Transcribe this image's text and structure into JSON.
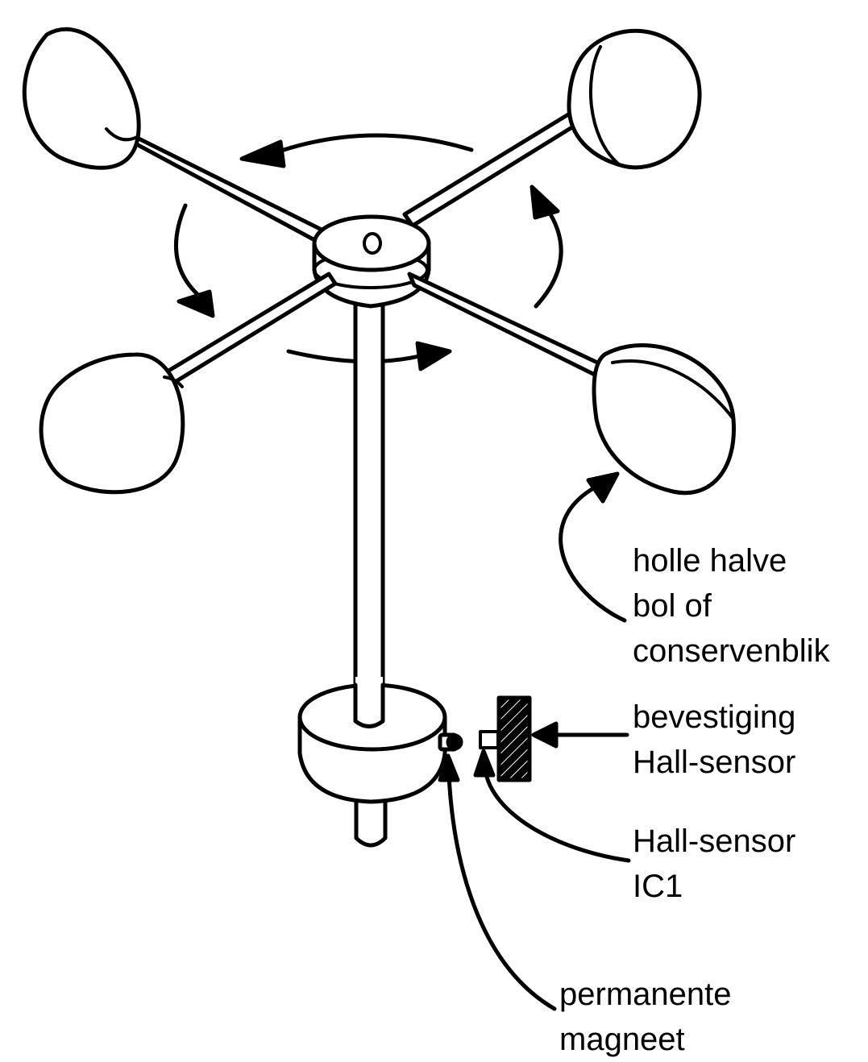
{
  "labels": {
    "cup": [
      "holle halve",
      "bol of",
      "conservenblik"
    ],
    "mount": [
      "bevestiging",
      "Hall-sensor"
    ],
    "sensor": [
      "Hall-sensor",
      "IC1"
    ],
    "magnet": [
      "permanente",
      "magneet"
    ]
  },
  "colors": {
    "ink": "#000000",
    "paper": "#ffffff"
  }
}
